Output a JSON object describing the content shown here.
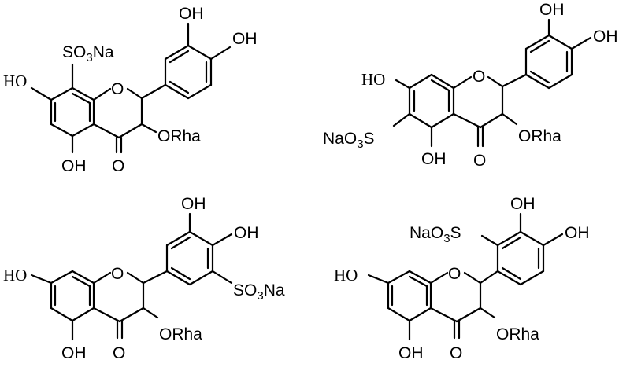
{
  "structures": [
    {
      "labels": {
        "oh_a": "OH",
        "oh_b": "OH",
        "ho_left": "HO",
        "oh_bottom": "OH",
        "o_ring": "O",
        "o_carbonyl": "O",
        "orha": "ORha",
        "sulfonate": {
          "pre": "SO",
          "sub": "3",
          "post": "Na"
        }
      }
    },
    {
      "labels": {
        "oh_a": "OH",
        "oh_b": "OH",
        "ho_left": "HO",
        "oh_bottom": "OH",
        "o_ring": "O",
        "o_carbonyl": "O",
        "orha": "ORha",
        "sulfonate": {
          "pre": "NaO",
          "sub": "3",
          "post": "S"
        }
      }
    },
    {
      "labels": {
        "oh_a": "OH",
        "oh_b": "OH",
        "ho_left": "HO",
        "oh_bottom": "OH",
        "o_ring": "O",
        "o_carbonyl": "O",
        "orha": "ORha",
        "sulfonate": {
          "pre": "SO",
          "sub": "3",
          "post": "Na"
        }
      }
    },
    {
      "labels": {
        "oh_a": "OH",
        "oh_b": "OH",
        "ho_left": "HO",
        "oh_bottom": "OH",
        "o_ring": "O",
        "o_carbonyl": "O",
        "orha": "ORha",
        "sulfonate": {
          "pre": "NaO",
          "sub": "3",
          "post": "S"
        }
      }
    }
  ]
}
